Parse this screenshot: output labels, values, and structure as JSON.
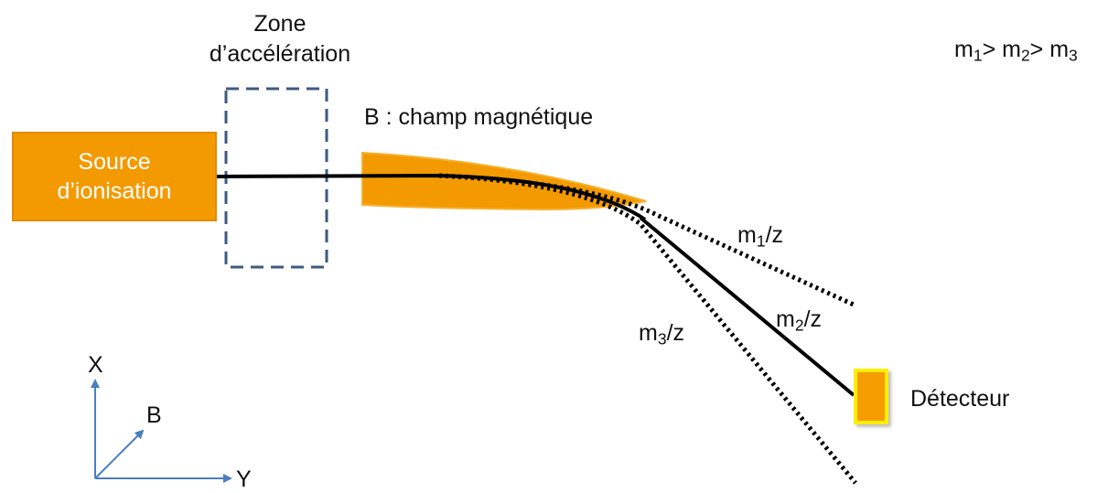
{
  "source": {
    "line1": "Source",
    "line2": "d’ionisation"
  },
  "acceleration_zone": {
    "line1": "Zone",
    "line2": "d’accélération"
  },
  "field_label": "B : champ magnétique",
  "mass_relation": {
    "m": "m",
    "i1": "1",
    "i2": "2",
    "i3": "3",
    "sep": "> "
  },
  "trajectories": [
    {
      "m": "m",
      "index": "1",
      "suffix": "/z",
      "style": "dotted"
    },
    {
      "m": "m",
      "index": "2",
      "suffix": "/z",
      "style": "solid"
    },
    {
      "m": "m",
      "index": "3",
      "suffix": "/z",
      "style": "dotted"
    }
  ],
  "detector_label": "Détecteur",
  "axes": {
    "x": "X",
    "y": "Y",
    "b": "B"
  },
  "colors": {
    "orange": "#f39a00",
    "dash_box": "#3d5a80",
    "axis": "#4a7ec0",
    "detector_border": "#ffee00"
  }
}
